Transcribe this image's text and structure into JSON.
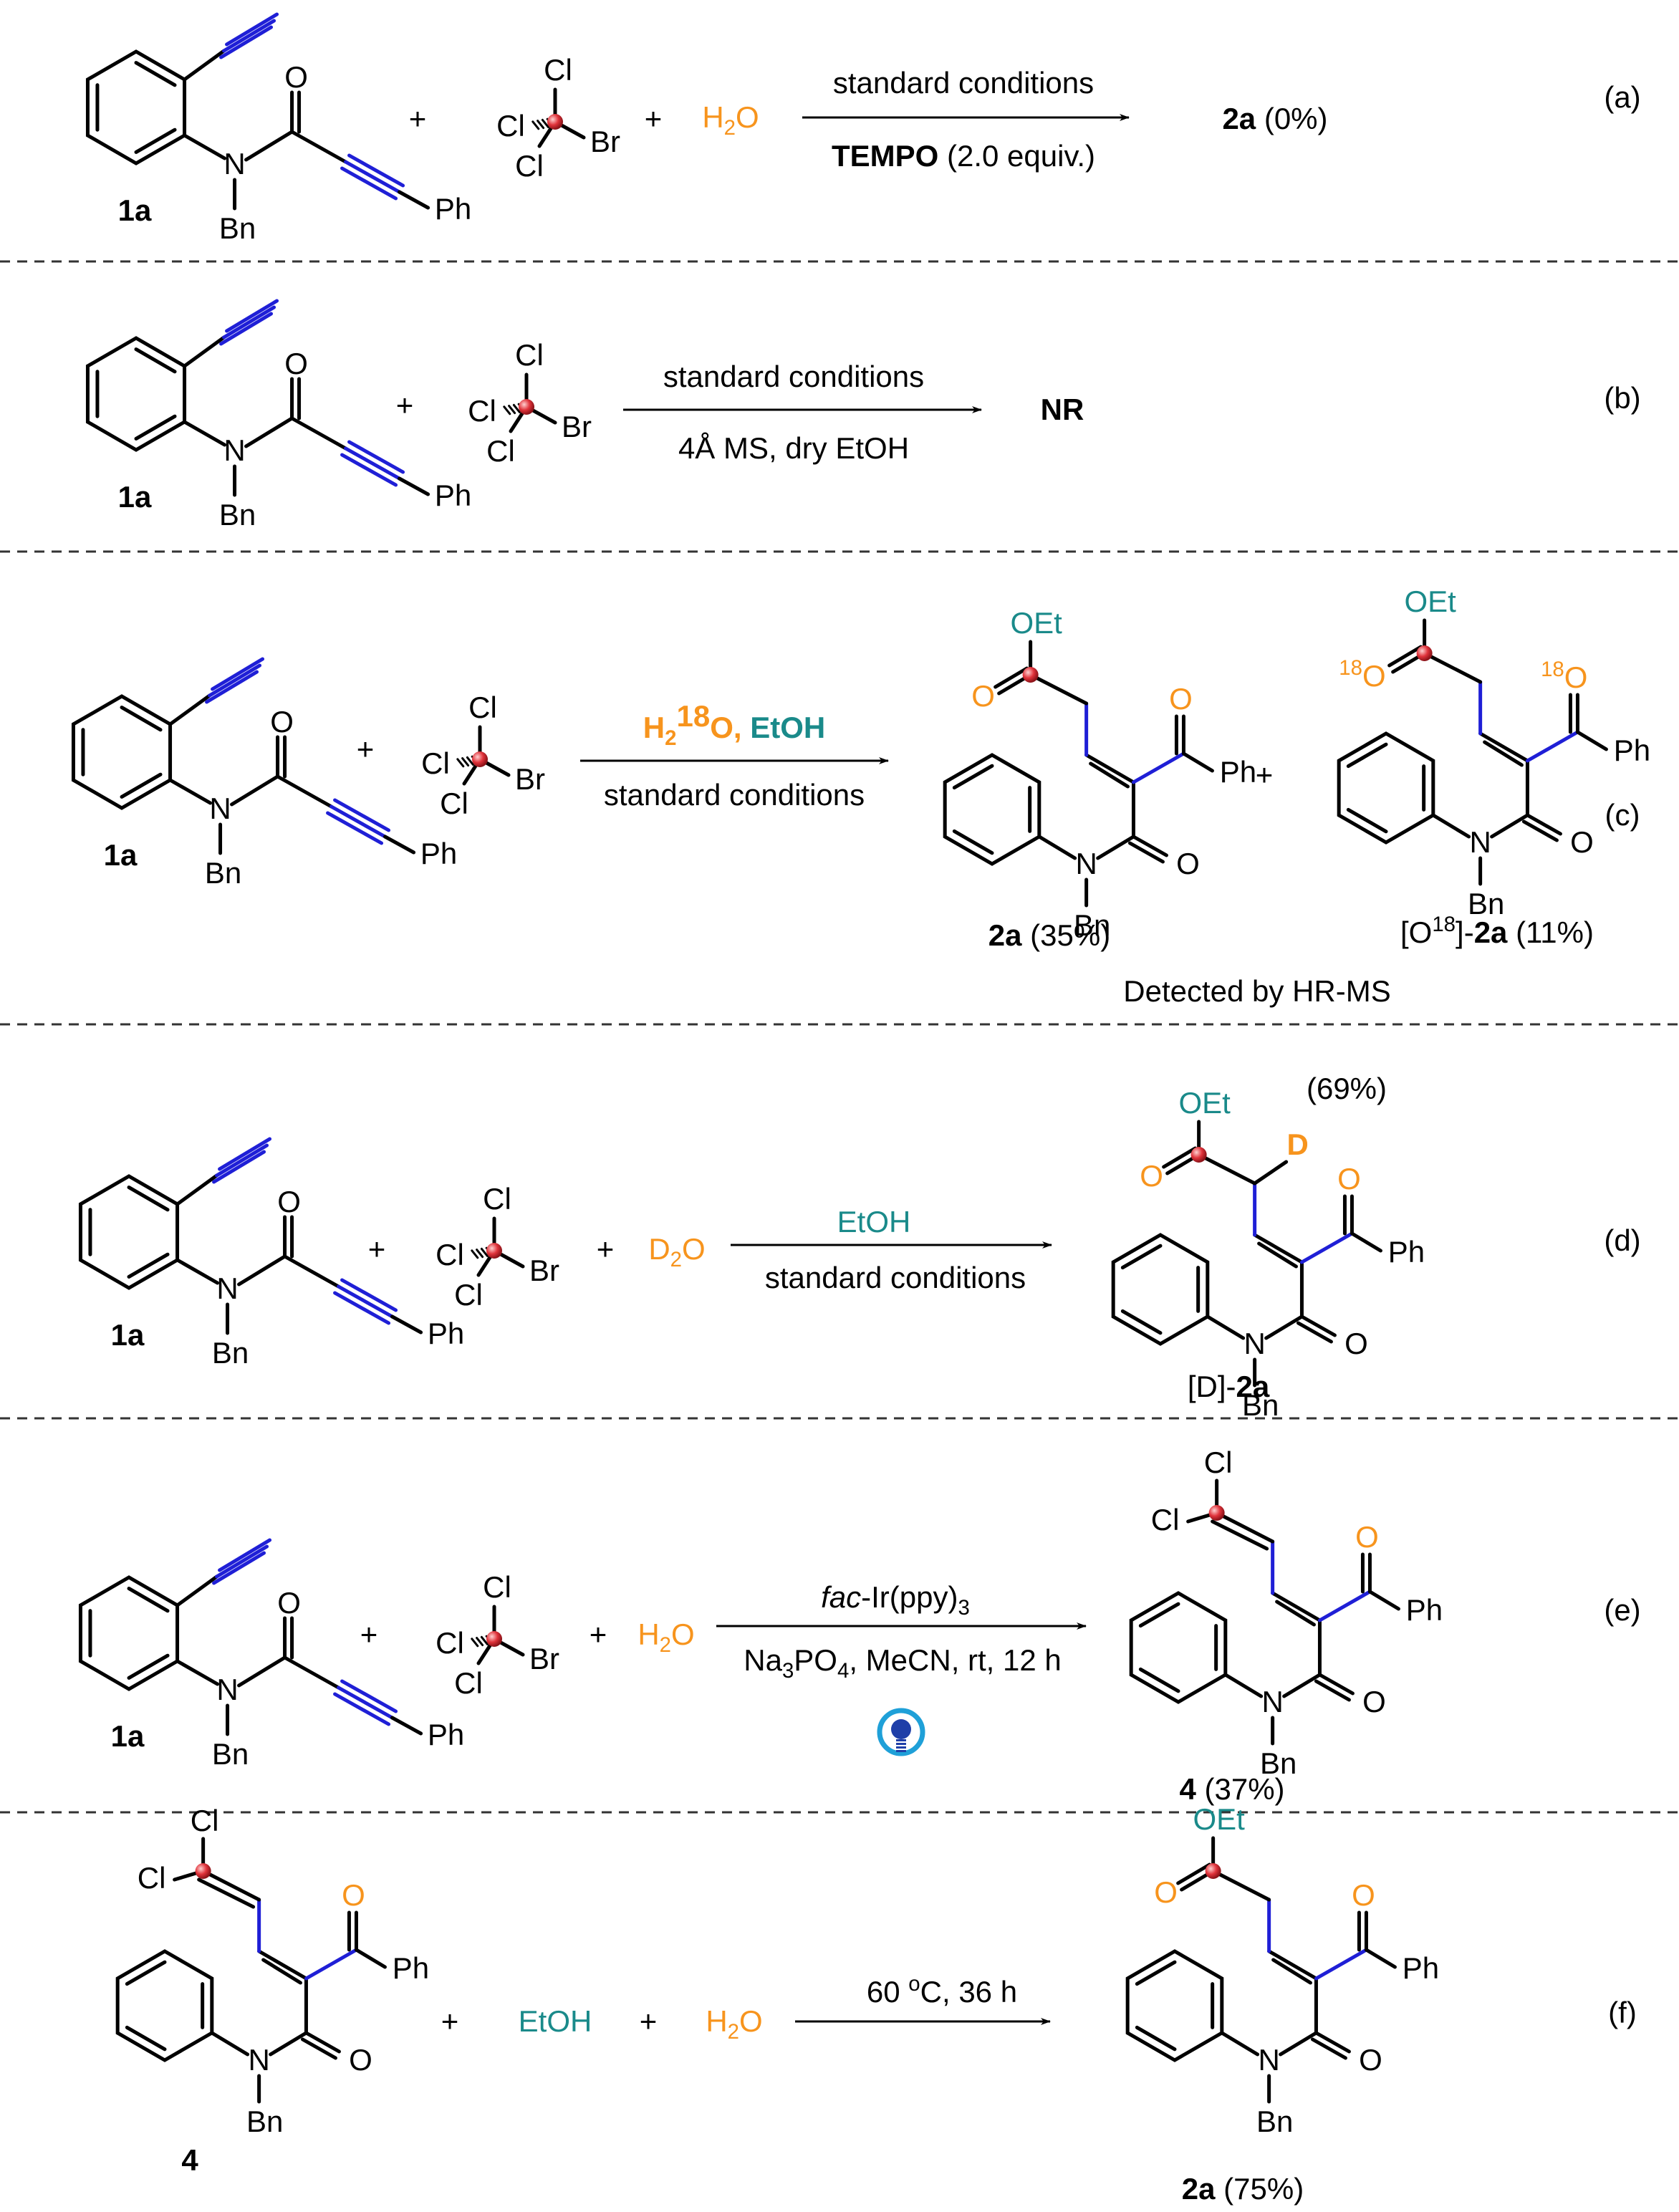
{
  "colors": {
    "blue_bond": "#1f1fd6",
    "orange_atom": "#f7941d",
    "teal_group": "#1a8a8a",
    "radical_dot": "#e0333b",
    "divider": "#333333"
  },
  "atoms": {
    "O": "O",
    "N": "N",
    "Bn": "Bn",
    "Ph": "Ph",
    "Cl": "Cl",
    "Br": "Br",
    "D": "D",
    "OEt": "OEt",
    "O18": "18",
    "O_label": "O"
  },
  "compounds": {
    "c1a": "1a",
    "c2a": "2a",
    "c4": "4"
  },
  "plus": "+",
  "panels": {
    "a": {
      "tag": "(a)",
      "water": "H",
      "water_sub": "2",
      "water_o": "O",
      "cond_top": "standard conditions",
      "cond_bottom_bold": "TEMPO",
      "cond_bottom_rest": " (2.0 equiv.)",
      "product_bold": "2a",
      "product_rest": " (0%)"
    },
    "b": {
      "tag": "(b)",
      "cond_top": "standard conditions",
      "cond_bottom": "4Å MS, dry EtOH",
      "product": "NR"
    },
    "c": {
      "tag": "(c)",
      "cond_top_h": "H",
      "cond_top_sub": "2",
      "cond_top_sup": "18",
      "cond_top_o": "O, ",
      "cond_top_etoh": "EtOH",
      "cond_bottom": "standard conditions",
      "prod1_bold": "2a",
      "prod1_rest": " (35%)",
      "prod2_pre": "[O",
      "prod2_sup": "18",
      "prod2_mid": "]-",
      "prod2_bold": "2a",
      "prod2_rest": " (11%)",
      "note": "Detected by HR-MS"
    },
    "d": {
      "tag": "(d)",
      "water": "D",
      "water_sub": "2",
      "water_o": "O",
      "cond_top": "EtOH",
      "cond_bottom": "standard conditions",
      "yield_d": "(69%)",
      "prod_pre": "[D]-",
      "prod_bold": "2a"
    },
    "e": {
      "tag": "(e)",
      "water": "H",
      "water_sub": "2",
      "water_o": "O",
      "cond_top_italic": "fac",
      "cond_top_rest": "-Ir(ppy)",
      "cond_top_sub": "3",
      "cond_bottom_a": "Na",
      "cond_bottom_sub1": "3",
      "cond_bottom_b": "PO",
      "cond_bottom_sub2": "4",
      "cond_bottom_c": ", MeCN, rt, 12 h",
      "prod_bold": "4",
      "prod_rest": " (37%)",
      "lamp_icon": "blue-light-bulb-icon"
    },
    "f": {
      "tag": "(f)",
      "etoh": "EtOH",
      "water": "H",
      "water_sub": "2",
      "water_o": "O",
      "cond_top_a": "60 ",
      "cond_top_sup": "o",
      "cond_top_b": "C, 36 h",
      "prod_bold": "2a",
      "prod_rest": " (75%)"
    }
  }
}
